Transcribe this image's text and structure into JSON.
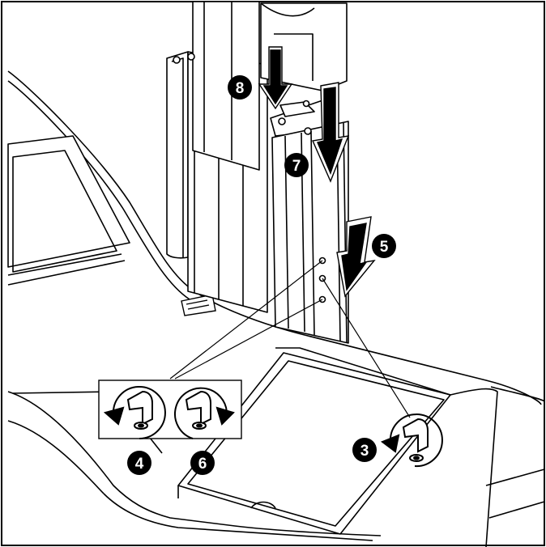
{
  "callouts": {
    "step_3": "3",
    "step_4": "4",
    "step_5": "5",
    "step_6": "6",
    "step_7": "7",
    "step_8": "8"
  },
  "icons": {
    "rotate_counterclockwise": "rotate-ccw-icon",
    "rotate_clockwise": "rotate-cw-icon",
    "push_down_arrow": "down-arrow-icon"
  },
  "colors": {
    "line": "#000000",
    "fill": "#ffffff",
    "callout": "#000000",
    "callout_text": "#ffffff"
  }
}
